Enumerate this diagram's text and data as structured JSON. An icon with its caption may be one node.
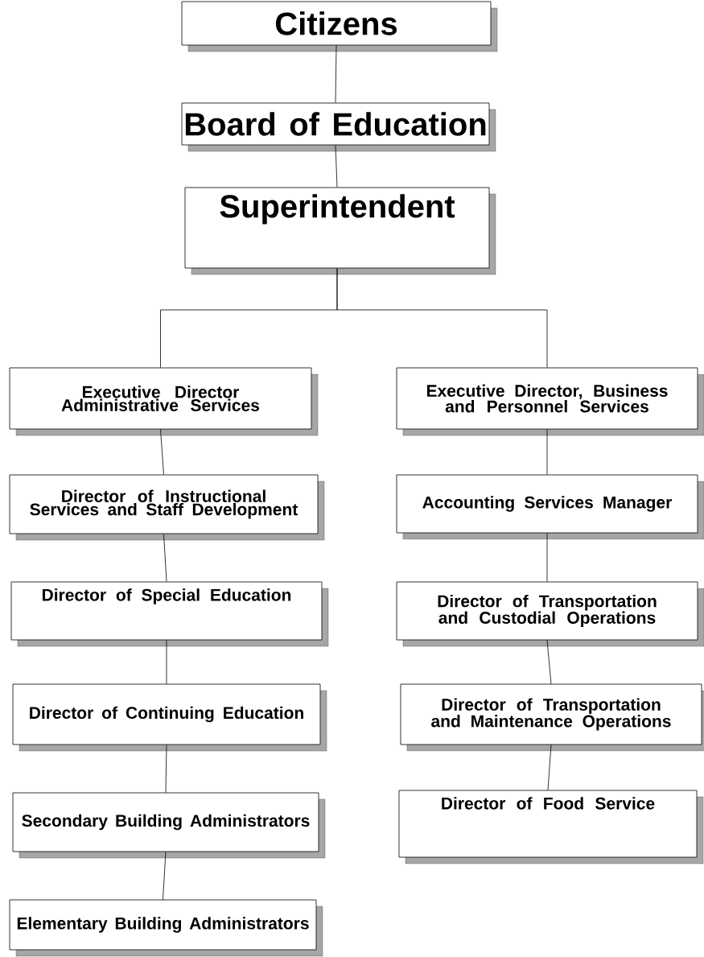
{
  "diagram": {
    "nodes": [
      {
        "text": [
          "Citizens"
        ]
      },
      {
        "text": [
          "Board of Education"
        ]
      },
      {
        "text": [
          "Superintendent"
        ]
      },
      {
        "text": [
          "Executive Director Administrative Services"
        ]
      },
      {
        "text": [
          "Executive Director, Business and Personnel Services"
        ]
      },
      {
        "text": [
          "Director of Instructional Services and Staff Development"
        ]
      },
      {
        "text": [
          "Accounting Services Manager"
        ]
      },
      {
        "text": [
          "Director of Special Education"
        ]
      },
      {
        "text": [
          "Director of Transportation and Custodial Operations"
        ]
      },
      {
        "text": [
          "Director of Continuing Education"
        ]
      },
      {
        "text": [
          "Director of Transportation and Maintenance Operations"
        ]
      },
      {
        "text": [
          "Director of Food Service"
        ]
      },
      {
        "text": [
          "Secondary Building Administrators"
        ]
      },
      {
        "text": [
          "Elementary Building Administrators"
        ]
      }
    ],
    "edges": [
      {
        "from": 0,
        "to": 1,
        "arrow": "none"
      },
      {
        "from": 1,
        "to": 2,
        "arrow": "none"
      },
      {
        "from": 2,
        "to": 3,
        "arrow": "none"
      },
      {
        "from": 2,
        "to": 4,
        "arrow": "none"
      },
      {
        "from": 3,
        "to": 5,
        "arrow": "none"
      },
      {
        "from": 5,
        "to": 7,
        "arrow": "none"
      },
      {
        "from": 7,
        "to": 9,
        "arrow": "none"
      },
      {
        "from": 9,
        "to": 12,
        "arrow": "none"
      },
      {
        "from": 12,
        "to": 13,
        "arrow": "none"
      },
      {
        "from": 4,
        "to": 6,
        "arrow": "none"
      },
      {
        "from": 6,
        "to": 8,
        "arrow": "none"
      },
      {
        "from": 8,
        "to": 10,
        "arrow": "none"
      },
      {
        "from": 10,
        "to": 11,
        "arrow": "none"
      }
    ]
  }
}
